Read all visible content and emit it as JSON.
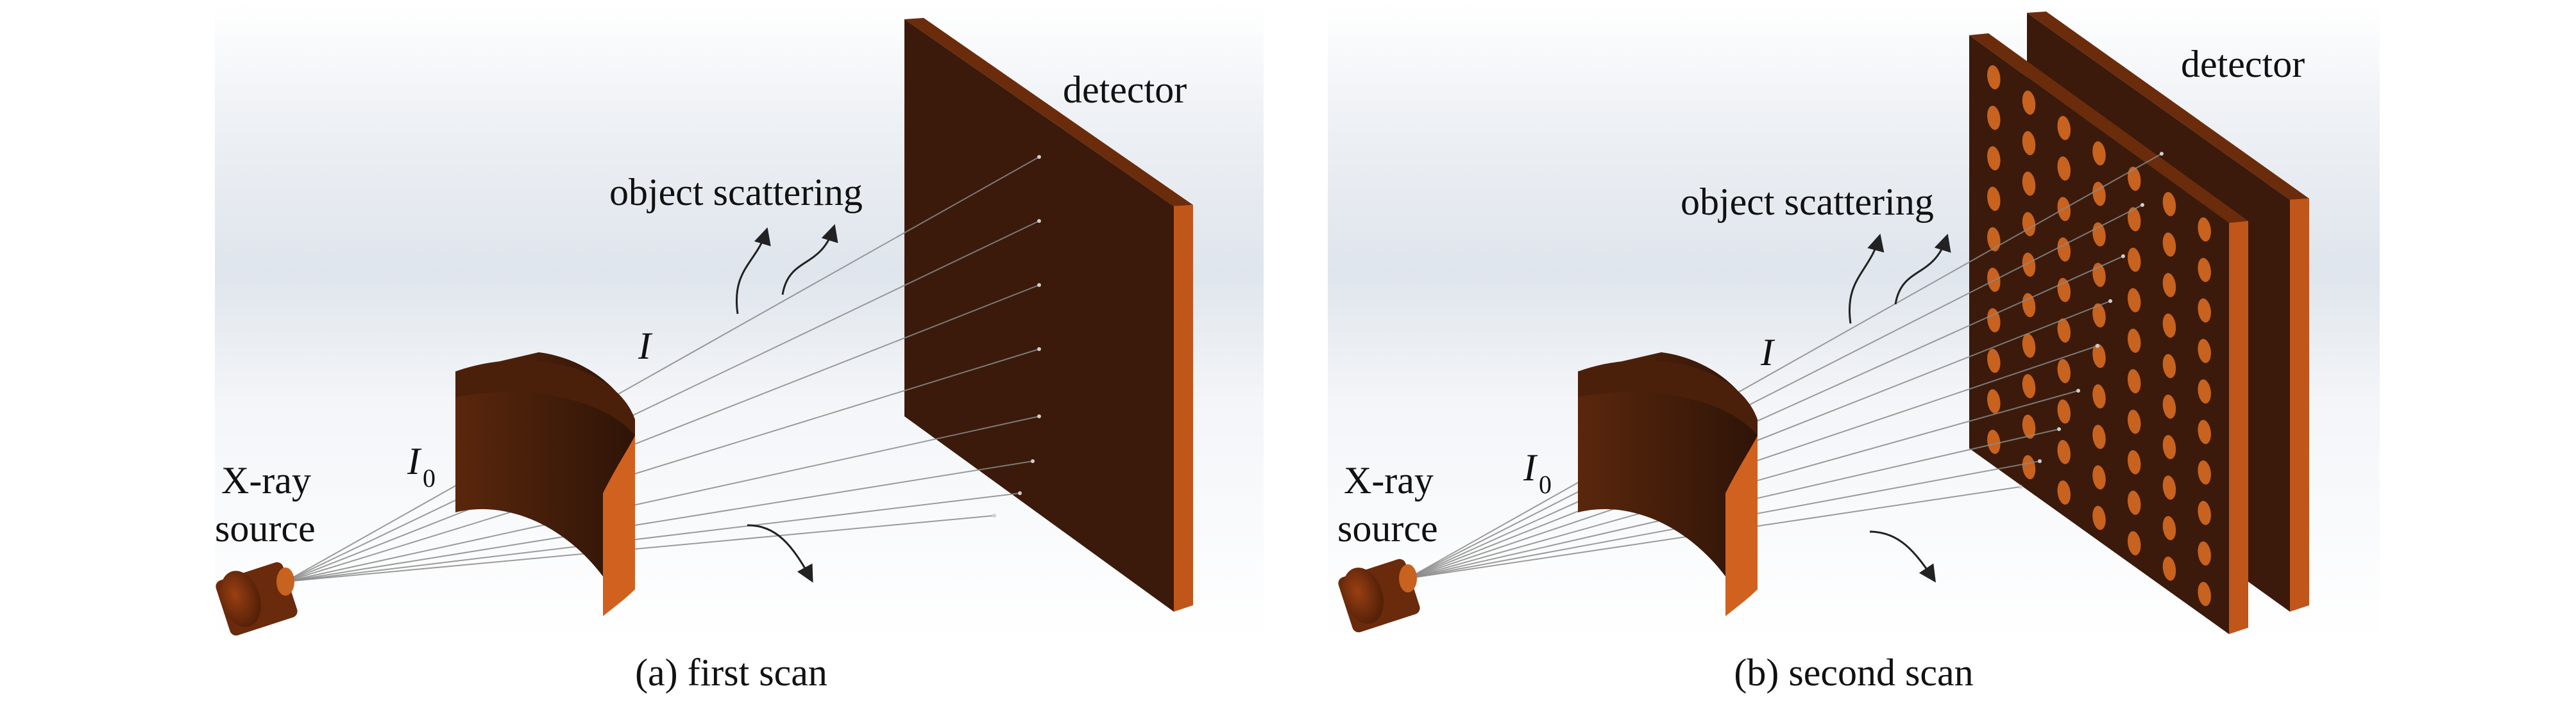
{
  "panels": [
    {
      "caption": "(a) first scan",
      "labels": {
        "detector": "detector",
        "scattering": "object scattering",
        "intensity": "I",
        "incident": "I",
        "incident_sub": "0",
        "source_line1": "X-ray",
        "source_line2": "source"
      }
    },
    {
      "caption": "(b) second scan",
      "labels": {
        "detector": "detector",
        "scattering": "object scattering",
        "intensity": "I",
        "incident": "I",
        "incident_sub": "0",
        "source_line1": "X-ray",
        "source_line2": "source"
      }
    }
  ],
  "colors": {
    "detector_face": "#3b1a0b",
    "detector_edge": "#c1561a",
    "object_face": "#3b1a0b",
    "object_edge": "#d0611f",
    "source_body": "#6a2a0c",
    "aperture_hole": "#c8621f",
    "beam": "#8a8a8a"
  }
}
